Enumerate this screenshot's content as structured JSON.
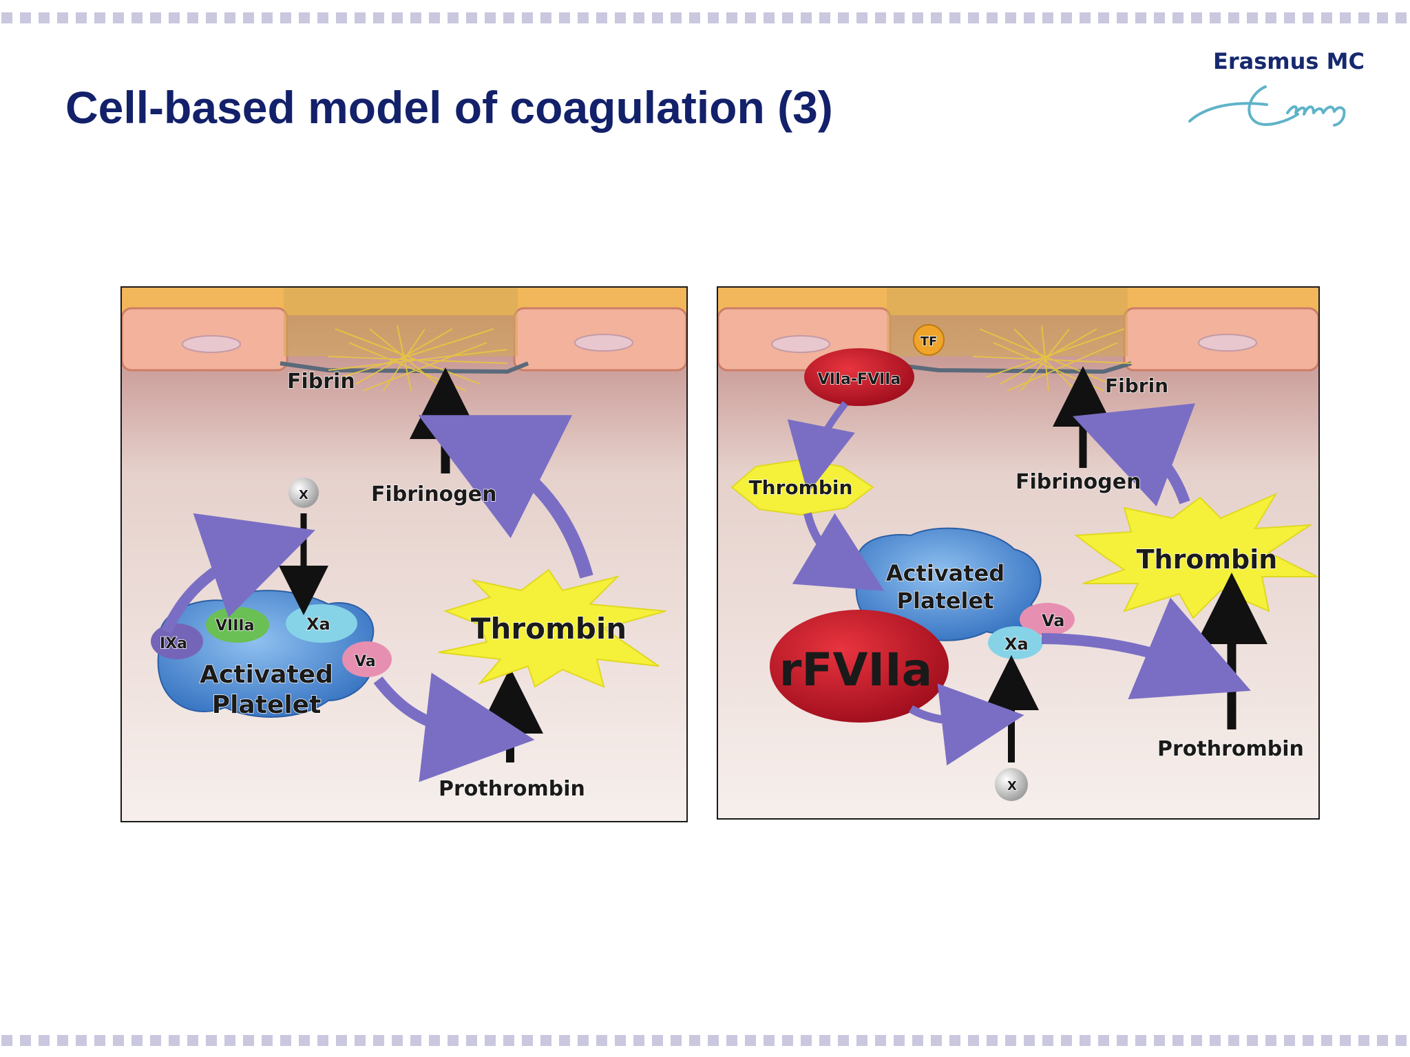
{
  "slide": {
    "title": "Cell-based model of coagulation (3)",
    "logo": {
      "name": "Erasmus MC",
      "signature_text": "Erafung"
    }
  },
  "colors": {
    "title": "#13206a",
    "border_dashes": "#c9c8df",
    "thrombin_burst": "#f5f03a",
    "platelet": "#3f7fd0",
    "arrow_purple": "#7a6ec4",
    "rfviia_red": "#c8102e",
    "logo_swoosh": "#5fb3c9"
  },
  "diagram_left": {
    "fibrin": "Fibrin",
    "fibrinogen": "Fibrinogen",
    "thrombin": "Thrombin",
    "prothrombin": "Prothrombin",
    "factor_x": "X",
    "ixa": "IXa",
    "viiia": "VIIIa",
    "xa": "Xa",
    "va": "Va",
    "platelet_line1": "Activated",
    "platelet_line2": "Platelet"
  },
  "diagram_right": {
    "tf": "TF",
    "tf_complex": "VIIa-FVIIa",
    "fibrin": "Fibrin",
    "fibrinogen": "Fibrinogen",
    "thrombin_small": "Thrombin",
    "thrombin_large": "Thrombin",
    "platelet_line1": "Activated",
    "platelet_line2": "Platelet",
    "va": "Va",
    "xa": "Xa",
    "rfviia": "rFVIIa",
    "prothrombin": "Prothrombin",
    "factor_x": "X"
  }
}
